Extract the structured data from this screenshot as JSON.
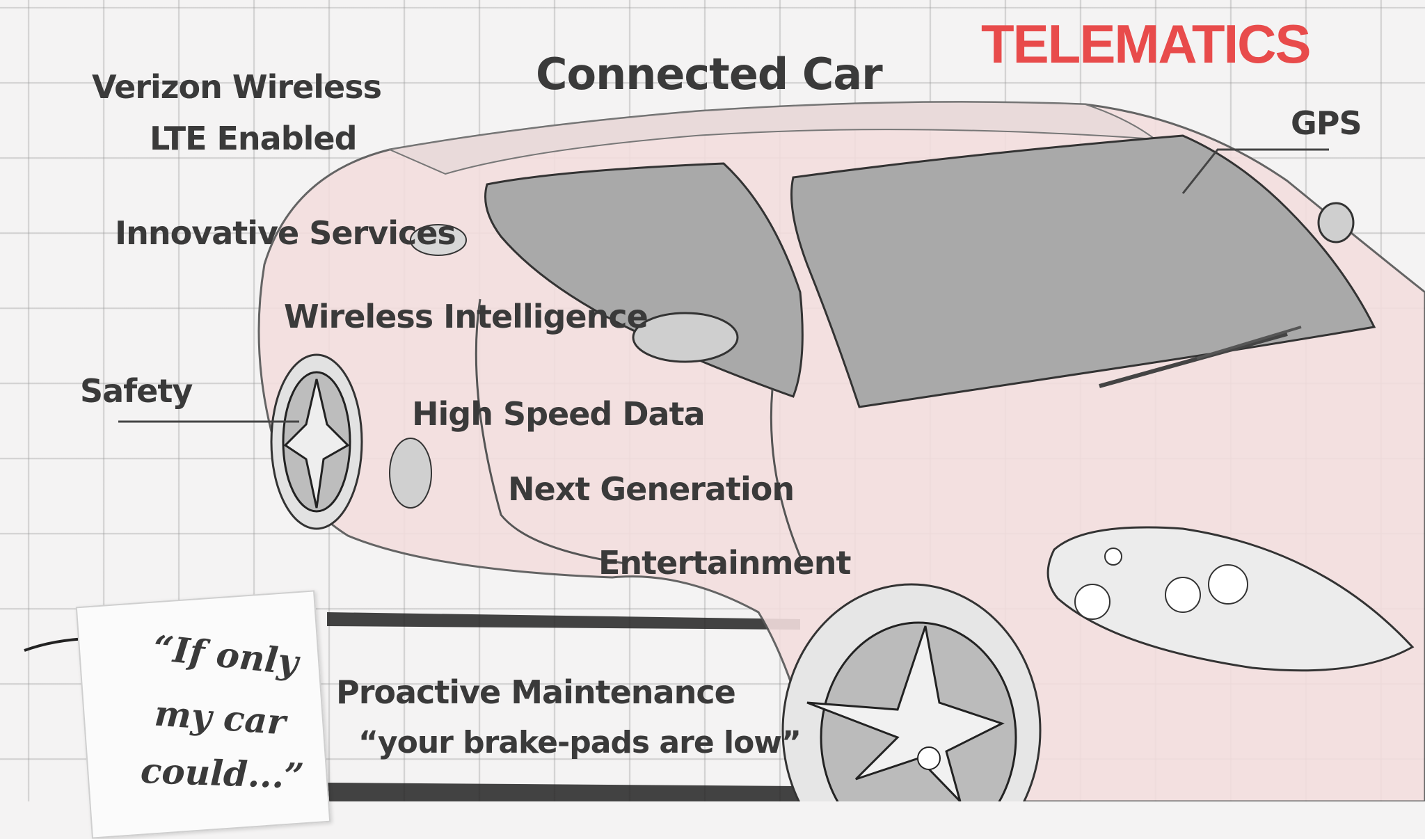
{
  "header": {
    "telematics": "TELEMATICS",
    "connected_car": "Connected Car"
  },
  "labels": {
    "verizon_line1": "Verizon Wireless",
    "verizon_line2": "LTE Enabled",
    "gps": "GPS",
    "innovative_services": "Innovative Services",
    "wireless_intelligence": "Wireless Intelligence",
    "safety": "Safety",
    "high_speed_data": "High Speed Data",
    "next_generation": "Next Generation",
    "entertainment": "Entertainment",
    "proactive_maintenance": "Proactive Maintenance",
    "brake_pads_quote": "“your brake-pads are low”"
  },
  "note": {
    "line1": "“If only",
    "line2": "my car",
    "line3": "could...”"
  },
  "colors": {
    "accent_red": "#e84b4b",
    "text_gray": "#3a3a3a",
    "glass_gray": "#a9a9a9",
    "car_tint": "#f3dede"
  }
}
